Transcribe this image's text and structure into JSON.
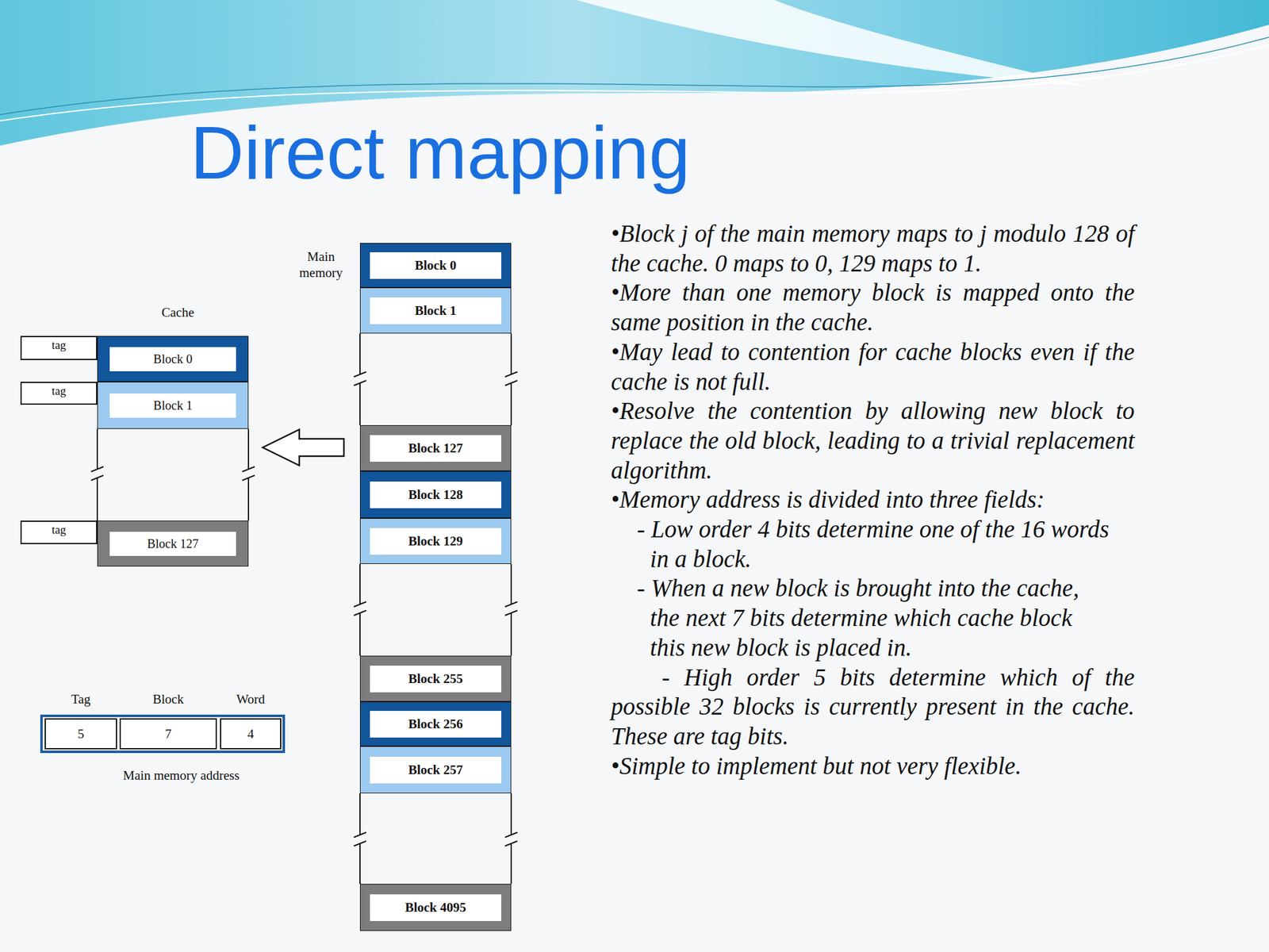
{
  "diagram": {
    "title": "Direct mapping",
    "nodes": [
      {
        "text": [
          "Main memory"
        ]
      },
      {
        "text": [
          "Block 0"
        ],
        "in": 0
      },
      {
        "text": [
          "Block 1"
        ],
        "in": 0
      },
      {
        "text": [
          "Block 127"
        ],
        "in": 0
      },
      {
        "text": [
          "Block 128"
        ],
        "in": 0
      },
      {
        "text": [
          "Block 129"
        ],
        "in": 0
      },
      {
        "text": [
          "Block 255"
        ],
        "in": 0
      },
      {
        "text": [
          "Block 256"
        ],
        "in": 0
      },
      {
        "text": [
          "Block 257"
        ],
        "in": 0
      },
      {
        "text": [
          "Block 4095"
        ],
        "in": 0
      },
      {
        "text": [
          "Cache"
        ]
      },
      {
        "text": [
          "Block 0"
        ],
        "in": 10
      },
      {
        "text": [
          "Block 1"
        ],
        "in": 10
      },
      {
        "text": [
          "Block 127"
        ],
        "in": 10
      },
      {
        "text": [
          "tag"
        ]
      },
      {
        "text": [
          "tag"
        ]
      },
      {
        "text": [
          "tag"
        ]
      },
      {
        "text": [
          "Main memory address"
        ]
      },
      {
        "text": [
          "Tag",
          "5"
        ],
        "in": 17
      },
      {
        "text": [
          "Block",
          "7"
        ],
        "in": 17
      },
      {
        "text": [
          "Word",
          "4"
        ],
        "in": 17
      }
    ],
    "edges": [
      {
        "from": 0,
        "to": 10,
        "arrow": "to"
      }
    ],
    "labels": [
      "•Block j of the main memory maps to j modulo 128 of the cache. 0 maps to 0, 129 maps to 1.",
      "•More than one memory block is mapped onto the same position in the cache.",
      "•May lead to contention for cache blocks even if the cache is not full.",
      "•Resolve the contention by allowing new block to replace the old block, leading to a trivial replacement algorithm.",
      "•Memory address is divided into three fields:",
      "- Low order 4 bits determine one of the 16 words in a block.",
      "- When a new block is brought into the cache, the next 7 bits determine which cache block this new block is placed in.",
      "- High order 5 bits determine which of the possible 32 blocks is currently present in the cache. These are tag bits.",
      "•Simple to implement but not very flexible."
    ]
  }
}
